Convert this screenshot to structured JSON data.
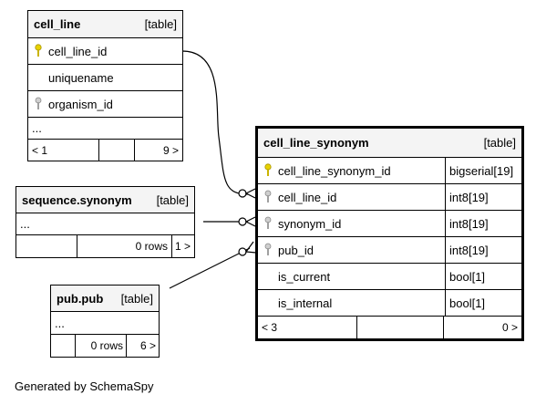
{
  "tables": {
    "cell_line": {
      "name": "cell_line",
      "kind": "[table]",
      "columns": [
        {
          "name": "cell_line_id",
          "icon": "primary-key-icon"
        },
        {
          "name": "uniquename",
          "icon": ""
        },
        {
          "name": "organism_id",
          "icon": "foreign-key-icon"
        }
      ],
      "ellipsis": "...",
      "footer": {
        "left": "< 1",
        "mid": "",
        "right": "9 >"
      }
    },
    "sequence_synonym": {
      "name": "sequence.synonym",
      "kind": "[table]",
      "ellipsis": "...",
      "footer": {
        "left": "",
        "mid": "0 rows",
        "right": "1 >"
      }
    },
    "pub_pub": {
      "name": "pub.pub",
      "kind": "[table]",
      "ellipsis": "...",
      "footer": {
        "left": "",
        "mid": "0 rows",
        "right": "6 >"
      }
    },
    "cell_line_synonym": {
      "name": "cell_line_synonym",
      "kind": "[table]",
      "columns": [
        {
          "name": "cell_line_synonym_id",
          "type": "bigserial[19]",
          "icon": "primary-key-icon"
        },
        {
          "name": "cell_line_id",
          "type": "int8[19]",
          "icon": "foreign-key-icon"
        },
        {
          "name": "synonym_id",
          "type": "int8[19]",
          "icon": "foreign-key-icon"
        },
        {
          "name": "pub_id",
          "type": "int8[19]",
          "icon": "foreign-key-icon"
        },
        {
          "name": "is_current",
          "type": "bool[1]",
          "icon": ""
        },
        {
          "name": "is_internal",
          "type": "bool[1]",
          "icon": ""
        }
      ],
      "footer": {
        "left": "< 3",
        "mid": "",
        "right": "0 >"
      }
    }
  },
  "colors": {
    "primary_key": "#e8d200",
    "foreign_key": "#a0a0a0",
    "header_bg": "#f4f4f4"
  },
  "generated_by": "Generated by SchemaSpy"
}
